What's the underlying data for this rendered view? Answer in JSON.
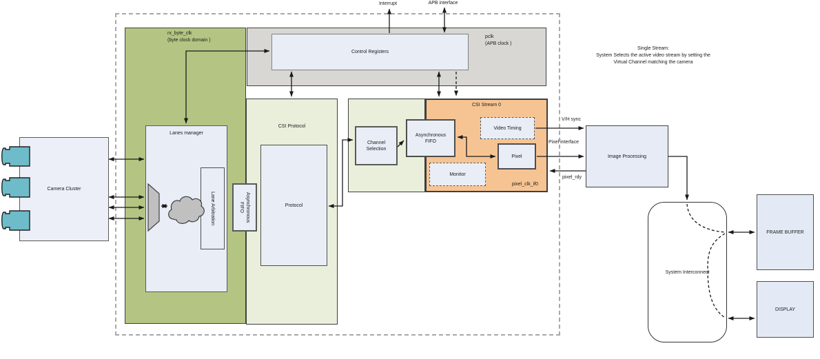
{
  "colors": {
    "byte_clock_region": "#b4c583",
    "csi_protocol_region": "#e9efdb",
    "apb_clock_region": "#d8d7d3",
    "stream_region_orange": "#f6c493",
    "block_fill": "#e9edf6",
    "camera_teal": "#6ebcca",
    "shape_gray": "#c0c0c0",
    "line_color": "#1a1a1a"
  },
  "top_labels": {
    "interrupt": "Interrupt",
    "apb_interface": "APB interface"
  },
  "clock_domains": {
    "byte": "rx_byte_clk\n(byte clock domain )",
    "apb": "pclk\n(APB clock )"
  },
  "regions": {
    "csi_protocol": "CSI Protocol",
    "csi_stream": "CSI Stream 0",
    "pixel_clk": "pixel_clk_if0"
  },
  "blocks": {
    "camera_cluster": "Camera Cluster",
    "lanes_manager": "Lanes manager",
    "lane_arbitration": "Lane Arbitration",
    "async_fifo_byte": "Asynchronous\nFIFO",
    "control_registers": "Control Registers",
    "protocol": "Protocol",
    "channel_selection": "Channel\nSelection",
    "async_fifo_stream": "Asynchronous\nFIFO",
    "video_timing": "Video Timing",
    "pixel": "Pixel",
    "monitor": "Monitor",
    "image_processing": "Image Processing",
    "system_interconnect": "System Interconnect",
    "frame_buffer": "FRAME BUFFER",
    "display": "DISPLAY"
  },
  "signals": {
    "vh_sync": "V/H sync",
    "pixel_interface": "Pixel interface",
    "pixel_rdy": "pixel_rdy"
  },
  "annotation": "Single Stream:\nSystem Selects the active video stream by setting the\nVirtual Channel matching the camera"
}
